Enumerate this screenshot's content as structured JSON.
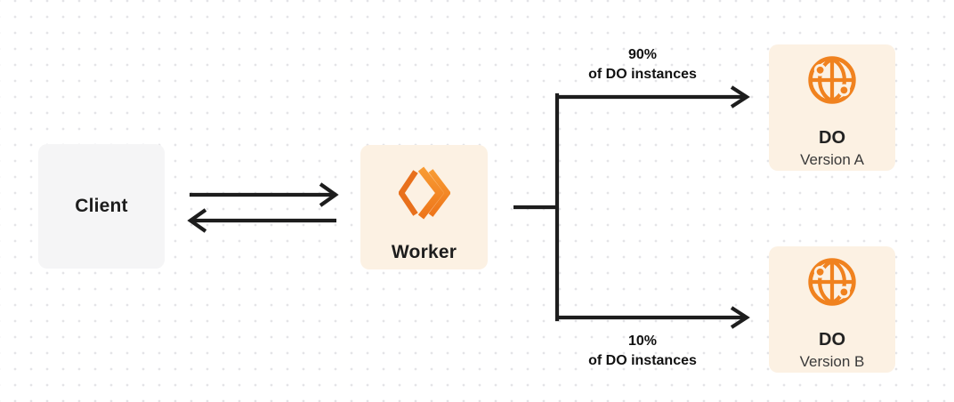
{
  "diagram": {
    "client": {
      "label": "Client"
    },
    "worker": {
      "label": "Worker"
    },
    "do_version_a": {
      "title": "DO",
      "subtitle": "Version A"
    },
    "do_version_b": {
      "title": "DO",
      "subtitle": "Version B"
    },
    "branch_top": {
      "percent": "90%",
      "caption": "of DO instances"
    },
    "branch_bottom": {
      "percent": "10%",
      "caption": "of DO instances"
    },
    "colors": {
      "accent_orange": "#F0821F",
      "worker_orange_light": "#F89B33",
      "worker_orange_deep": "#E8701C",
      "card_cream": "#FCF1E3",
      "card_gray": "#F5F5F6",
      "arrow_line": "#1D1D1D",
      "dot_grid": "#E4E4E7"
    }
  }
}
